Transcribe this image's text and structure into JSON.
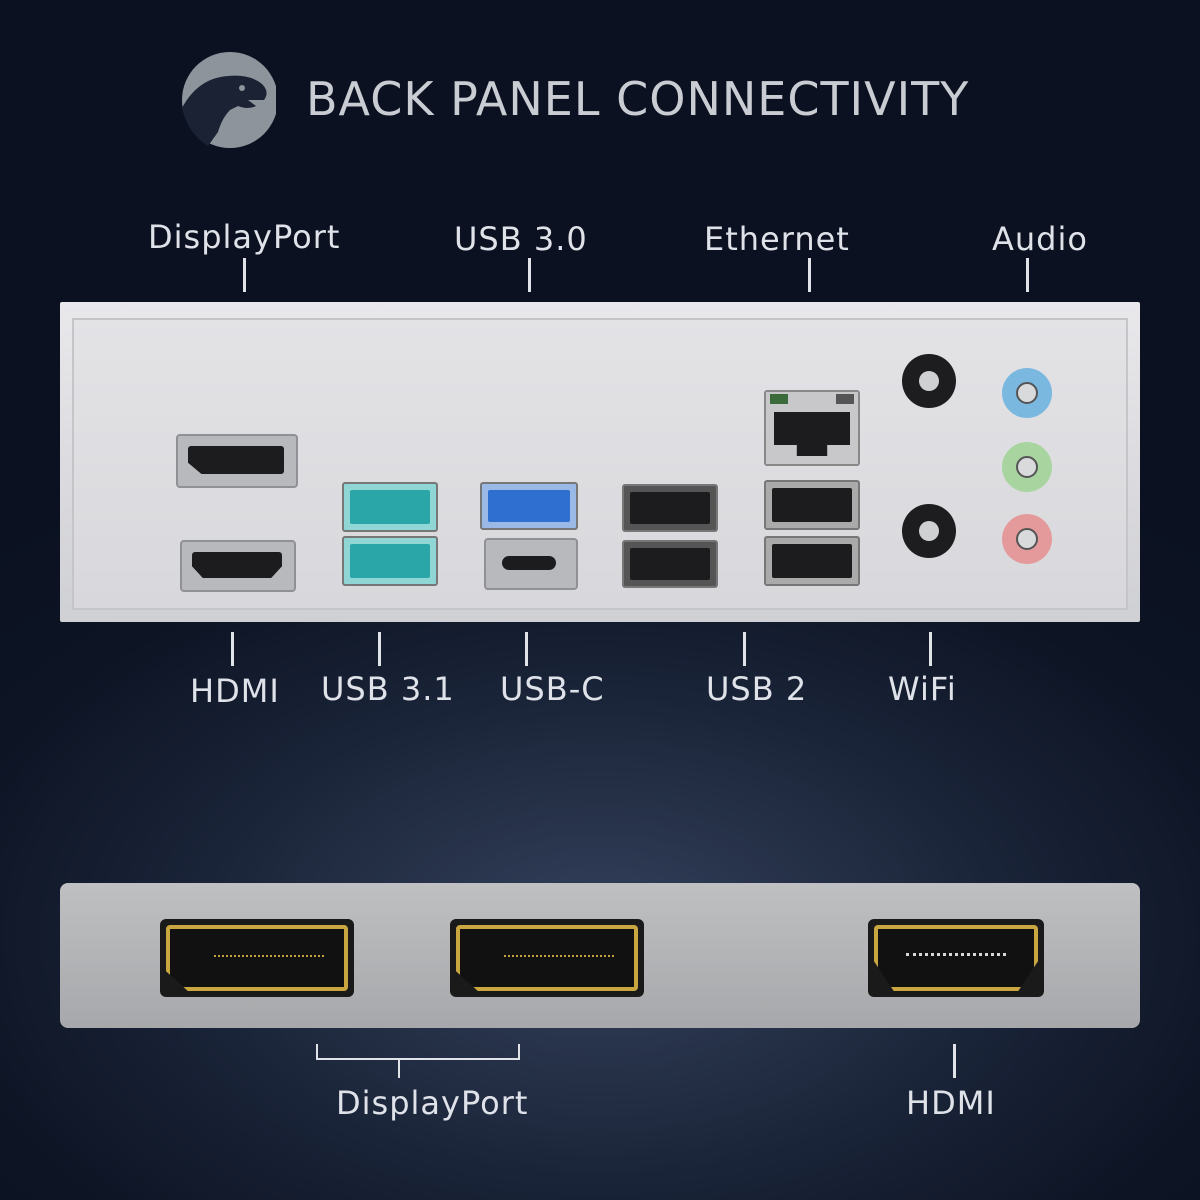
{
  "title": "BACK PANEL CONNECTIVITY",
  "logo_icon": "dinosaur-logo-icon",
  "top_labels": [
    "DisplayPort",
    "USB 3.0",
    "Ethernet",
    "Audio"
  ],
  "bottom_labels": [
    "HDMI",
    "USB 3.1",
    "USB-C",
    "USB 2",
    "WiFi"
  ],
  "gpu_panel": {
    "labels": [
      "DisplayPort",
      "HDMI"
    ]
  },
  "colors": {
    "usb31": "#2aa6a8",
    "usb30": "#2f6fd0",
    "audio_blue": "#7ab8e0",
    "audio_green": "#a8d4a0",
    "audio_pink": "#e49a9a",
    "gold": "#c9a640"
  }
}
